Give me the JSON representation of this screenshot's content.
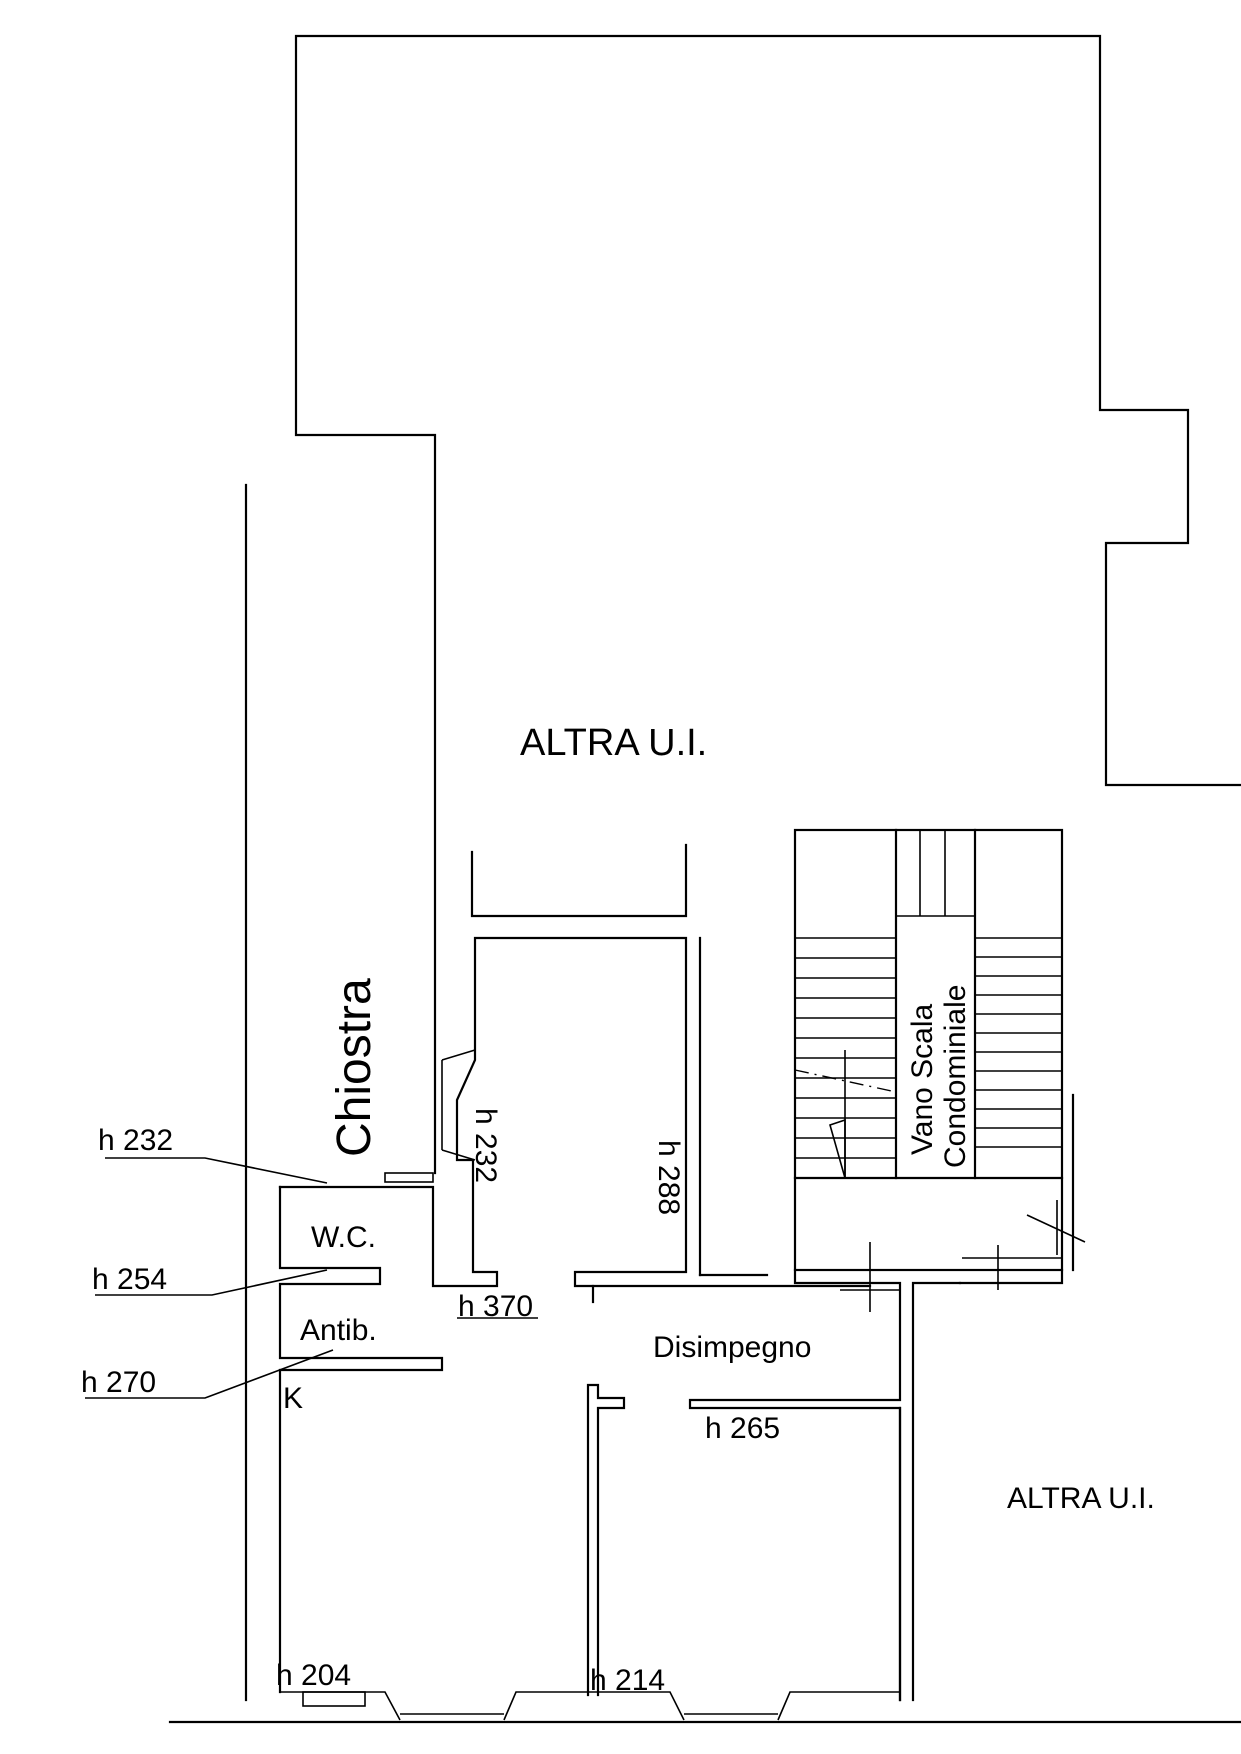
{
  "labels": {
    "altra_top": "ALTRA U.I.",
    "altra_right": "ALTRA U.I.",
    "chiostra": "Chiostra",
    "wc": "W.C.",
    "antib": "Antib.",
    "k": "K",
    "disimpegno": "Disimpegno",
    "vano_line1": "Vano Scala",
    "vano_line2": "Condominiale"
  },
  "heights": {
    "h232_left": "h 232",
    "h254": "h 254",
    "h270": "h 270",
    "h232_rot": "h 232",
    "h288": "h 288",
    "h370": "h 370",
    "h265": "h 265",
    "h204": "h 204",
    "h214": "h 214"
  }
}
